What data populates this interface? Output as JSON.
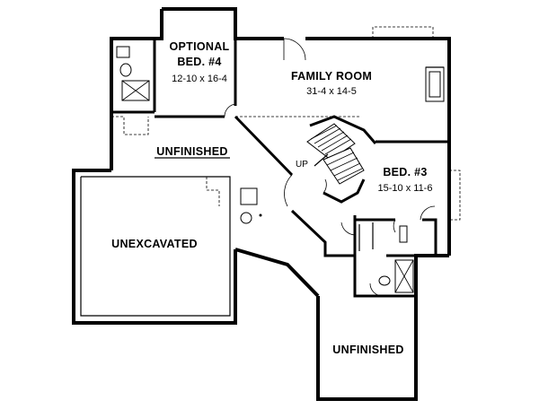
{
  "rooms": {
    "optional_bed_4": {
      "title_line1": "OPTIONAL",
      "title_line2": "BED. #4",
      "dimensions": "12-10 x 16-4"
    },
    "family_room": {
      "title": "FAMILY ROOM",
      "dimensions": "31-4 x 14-5"
    },
    "bed_3": {
      "title": "BED. #3",
      "dimensions": "15-10 x 11-6"
    },
    "unfinished_upper": {
      "title": "UNFINISHED"
    },
    "unexcavated": {
      "title": "UNEXCAVATED"
    },
    "unfinished_lower": {
      "title": "UNFINISHED"
    }
  },
  "stairs": {
    "label": "UP"
  }
}
